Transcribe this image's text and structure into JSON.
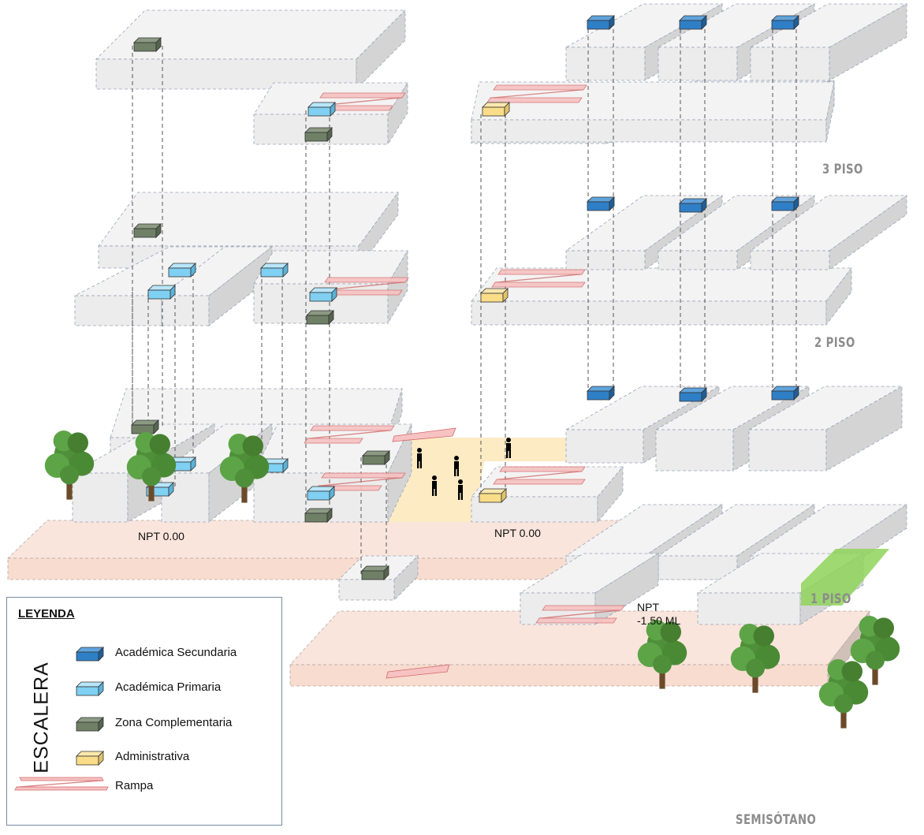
{
  "floors": {
    "third": "3 PISO",
    "second": "2 PISO",
    "first": "1 PISO",
    "basement": "SEMISÓTANO"
  },
  "levels": {
    "left_npt": "NPT 0.00",
    "center_npt": "NPT 0.00",
    "basement_npt_line1": "NPT",
    "basement_npt_line2": "-1.50 ML"
  },
  "legend": {
    "title": "LEYENDA",
    "group_label": "ESCALERA",
    "items": [
      {
        "label": "Académica Secundaria",
        "color": "#2f7fc6"
      },
      {
        "label": "Académica Primaria",
        "color": "#7fd0f2"
      },
      {
        "label": "Zona Complementaria",
        "color": "#6f8066"
      },
      {
        "label": "Administrativa",
        "color": "#f9dd88"
      },
      {
        "label": "Rampa",
        "color": "#f2a0a0"
      }
    ]
  },
  "colors": {
    "block_top": "#f3f3f3",
    "block_side": "#d9d9d9",
    "platform": "#f9e5dc",
    "courtyard": "#fdebc4",
    "green_area": "#8fd45a",
    "tree": "#4f8f3a"
  }
}
